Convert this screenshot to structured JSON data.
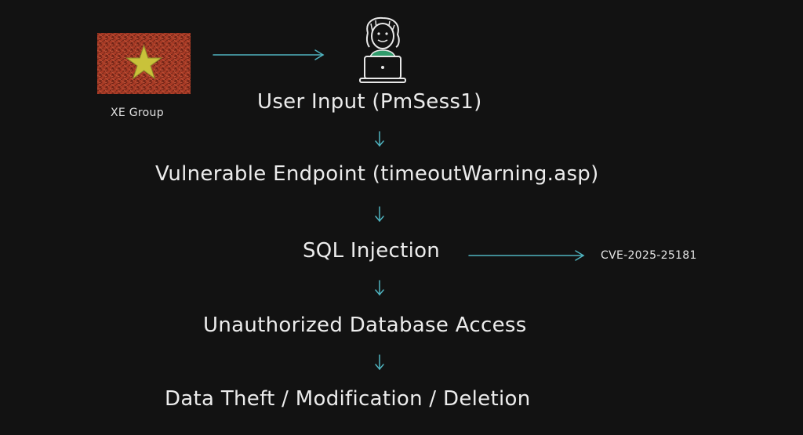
{
  "actors": {
    "attacker_label": "XE Group",
    "cve_label": "CVE-2025-25181"
  },
  "flow": {
    "step1": "User Input (PmSess1)",
    "step2": "Vulnerable Endpoint (timeoutWarning.asp)",
    "step3": "SQL Injection",
    "step4": "Unauthorized Database Access",
    "step5": "Data Theft / Modification / Deletion"
  },
  "colors": {
    "background": "#121212",
    "arrow": "#4fb3bf",
    "text": "#ececec",
    "flag_red": "#b5432b",
    "flag_star": "#c9c23a",
    "user_shirt": "#2f9b6b"
  },
  "icons": {
    "attacker": "vietnam-flag-icon",
    "user": "user-with-laptop-icon"
  }
}
